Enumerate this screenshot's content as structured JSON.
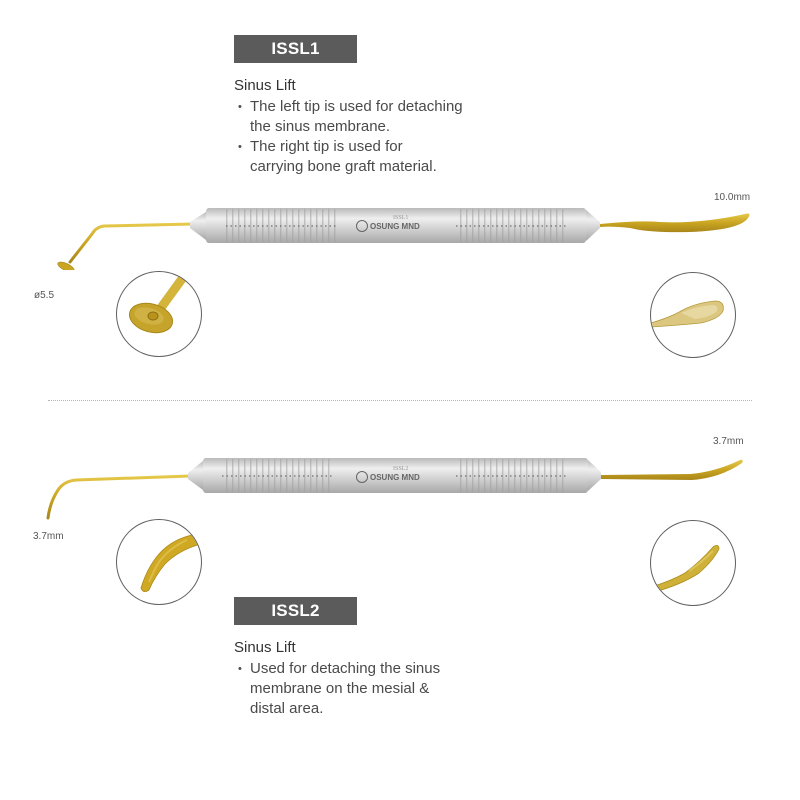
{
  "products": [
    {
      "model": "ISSL1",
      "category": "Sinus Lift",
      "bullets": [
        [
          "The left tip is used for detaching",
          "the sinus membrane."
        ],
        [
          "The right tip is used for",
          "carrying bone graft material."
        ]
      ],
      "left_tip_dimension": "ø5.5",
      "right_tip_dimension": "10.0mm",
      "handle_engraving": "ISSL1",
      "handle_brand": "OSUNG MND",
      "left_detail_icon": "disc-tip-closeup",
      "right_detail_icon": "spoon-tip-closeup"
    },
    {
      "model": "ISSL2",
      "category": "Sinus Lift",
      "bullets": [
        [
          "Used for detaching the sinus",
          "membrane on the mesial &",
          "distal area."
        ]
      ],
      "left_tip_dimension": "3.7mm",
      "right_tip_dimension": "3.7mm",
      "handle_engraving": "ISSL2",
      "handle_brand": "OSUNG MND",
      "left_detail_icon": "curved-tip-closeup",
      "right_detail_icon": "angled-tip-closeup"
    }
  ],
  "colors": {
    "badge_bg": "#5b5b5b",
    "gold": "#c9a521",
    "steel": "#c9c9c9",
    "divider": "#b5b5b5"
  }
}
